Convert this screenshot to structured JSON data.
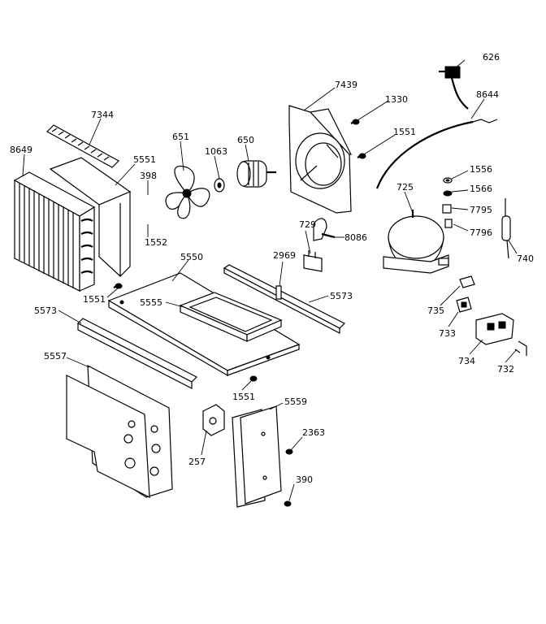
{
  "diagram": {
    "labels": {
      "p626": "626",
      "p8644": "8644",
      "p7439": "7439",
      "p1330": "1330",
      "p1551a": "1551",
      "p7344": "7344",
      "p651": "651",
      "p1063": "1063",
      "p650": "650",
      "p8649": "8649",
      "p5551": "5551",
      "p398": "398",
      "p1552": "1552",
      "p1556": "1556",
      "p1566": "1566",
      "p725": "725",
      "p7795": "7795",
      "p7796": "7796",
      "p740": "740",
      "p729": "729",
      "p8086": "8086",
      "p5550": "5550",
      "p2969": "2969",
      "p1551b": "1551",
      "p5555": "5555",
      "p5573a": "5573",
      "p5573b": "5573",
      "p735": "735",
      "p733": "733",
      "p734": "734",
      "p732": "732",
      "p5557": "5557",
      "p1551c": "1551",
      "p5559": "5559",
      "p2363": "2363",
      "p257": "257",
      "p390": "390"
    }
  }
}
